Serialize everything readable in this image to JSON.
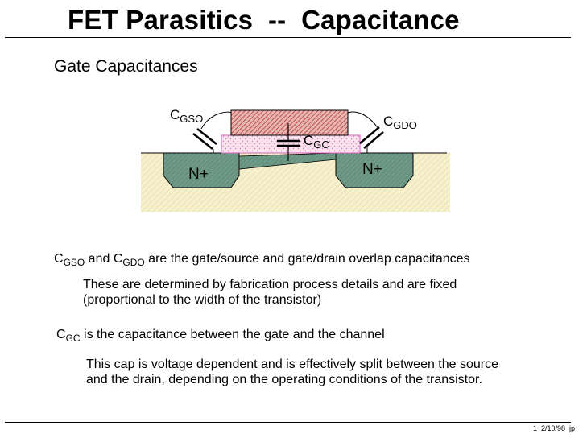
{
  "title": "FET Parasitics  --  Capacitance",
  "subtitle": "Gate Capacitances",
  "diagram": {
    "labels": {
      "cgso_main": "C",
      "cgso_sub": "GSO",
      "cgdo_main": "C",
      "cgdo_sub": "GDO",
      "cgc_main": "C",
      "cgc_sub": "GC",
      "source": "N+",
      "drain": "N+"
    }
  },
  "body": {
    "line1": {
      "c1": "C",
      "s1": "GSO",
      "and": " and ",
      "c2": "C",
      "s2": "GDO",
      "rest": " are the gate/source and gate/drain overlap capacitances"
    },
    "line2": "These are determined by fabrication process details and are fixed (proportional to the width of the transistor)",
    "line3": {
      "c": "C",
      "s": "GC",
      "rest": " is the capacitance between the gate and the channel"
    },
    "line4": "This cap is voltage dependent and is effectively split between the source and the drain, depending on the operating conditions of the transistor."
  },
  "footer": "1  2/10/98  jp",
  "colors": {
    "gate": "#c86060",
    "oxide_border": "#d060c0",
    "diffusion": "#5a8a78",
    "substrate": "#f5eec8"
  }
}
